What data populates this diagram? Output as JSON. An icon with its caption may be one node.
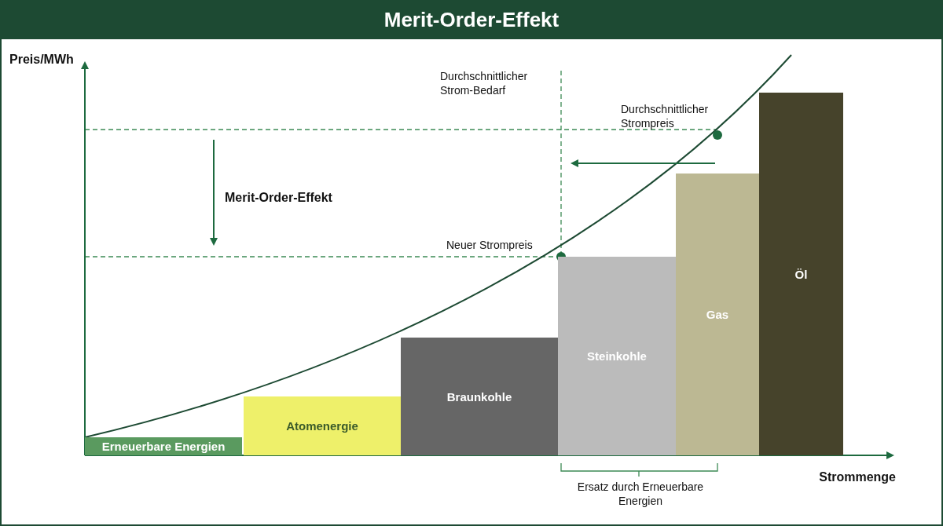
{
  "diagram": {
    "title": "Merit-Order-Effekt",
    "nodes": [
      {
        "text": [
          "Erneuerbare Energien"
        ]
      },
      {
        "text": [
          "Atomenergie"
        ]
      },
      {
        "text": [
          "Braunkohle"
        ]
      },
      {
        "text": [
          "Steinkohle"
        ]
      },
      {
        "text": [
          "Gas"
        ]
      },
      {
        "text": [
          "Öl"
        ]
      }
    ],
    "labels": [
      "Preis/MWh",
      "Durchschnittlicher Strom-Bedarf",
      "Durchschnittlicher Strompreis",
      "Merit-Order-Effekt",
      "Neuer Strompreis",
      "Strommenge",
      "Ersatz durch Erneuerbare Energien"
    ]
  }
}
